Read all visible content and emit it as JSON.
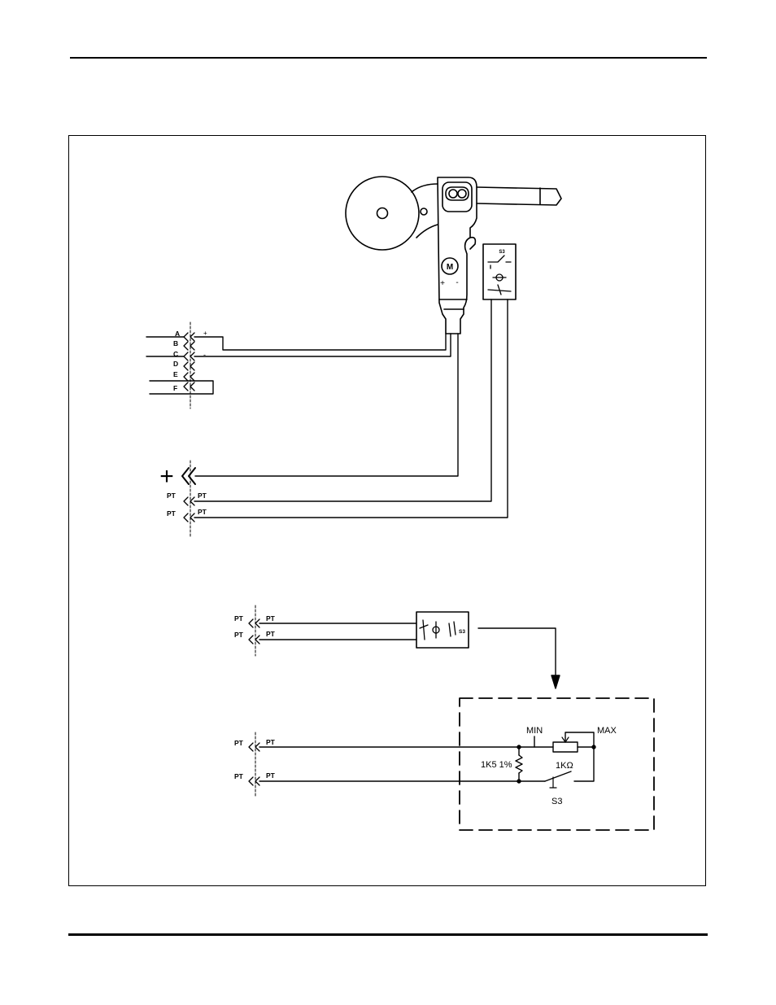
{
  "diagram": {
    "upper_connector": {
      "pins": [
        "A",
        "B",
        "C",
        "D",
        "E",
        "F"
      ],
      "motor_plus": "+",
      "motor_minus": "-"
    },
    "motor_label": "M",
    "motor_plus": "+",
    "motor_minus": "-",
    "switch_block_label": "S3",
    "power_plus": "+",
    "pt_label": "PT",
    "lower_switch_label": "S3",
    "potentiometer_box": {
      "min_label": "MIN",
      "max_label": "MAX",
      "resistor_label": "1K5 1%",
      "pot_label": "1KΩ",
      "switch_label": "S3"
    }
  }
}
